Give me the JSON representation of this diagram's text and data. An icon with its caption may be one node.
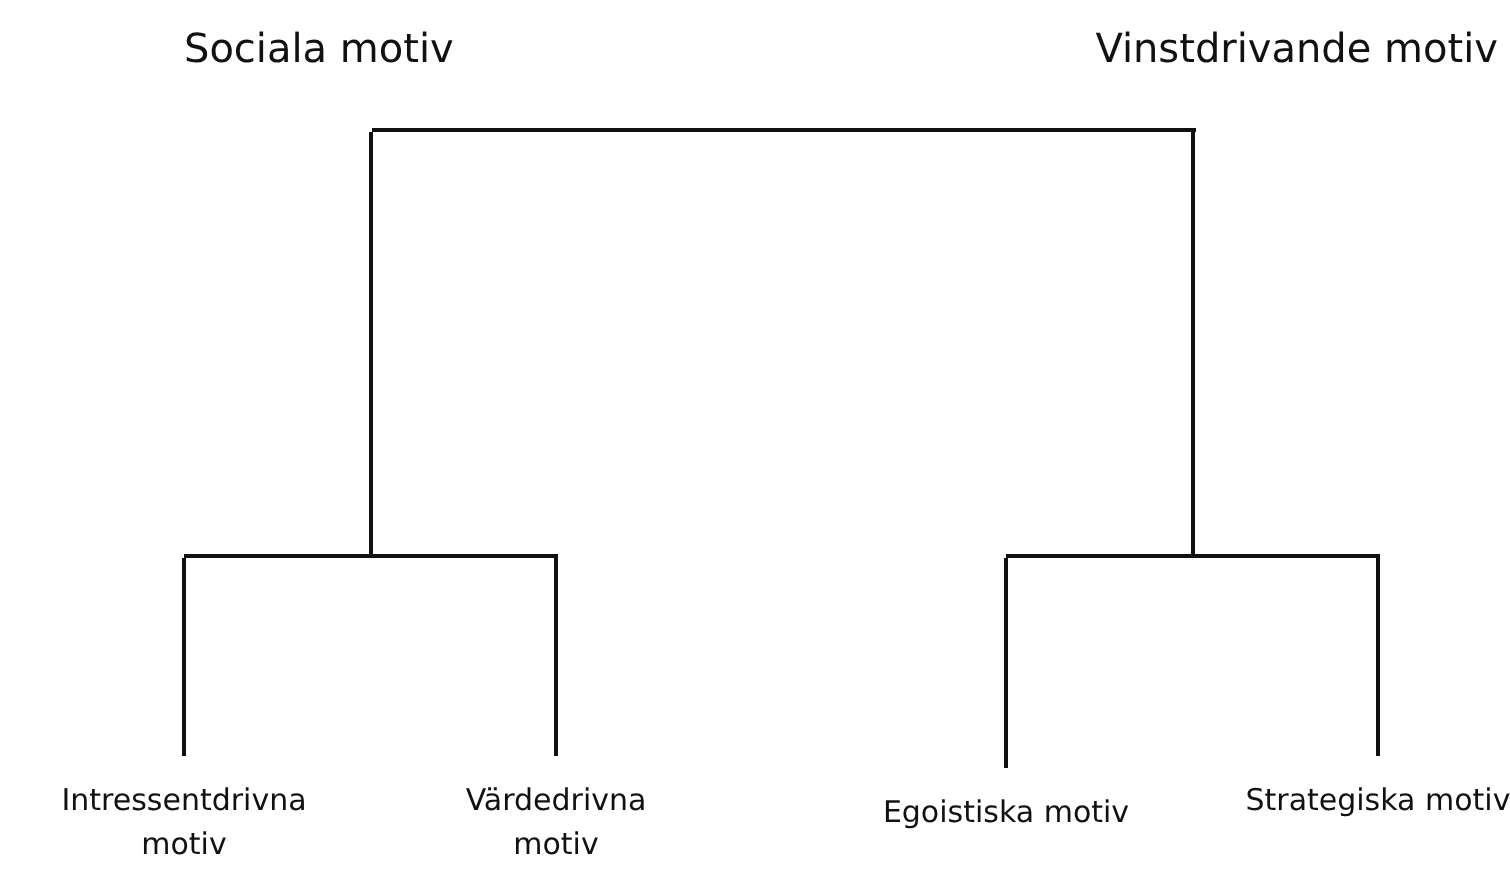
{
  "diagram": {
    "nodes": [
      {
        "text": [],
        "shape": "bar"
      },
      {
        "text": [],
        "shape": "bar"
      },
      {
        "text": [],
        "shape": "bar"
      },
      {
        "text": [
          "Intressentdrivna motiv"
        ]
      },
      {
        "text": [
          "Värdedrivna motiv"
        ]
      },
      {
        "text": [
          "Egoistiska motiv"
        ]
      },
      {
        "text": [
          "Strategiska motiv"
        ]
      }
    ],
    "edges": [
      {
        "from": 0,
        "to": 1,
        "arrow": "none"
      },
      {
        "from": 0,
        "to": 2,
        "arrow": "none"
      },
      {
        "from": 1,
        "to": 3,
        "arrow": "none"
      },
      {
        "from": 1,
        "to": 4,
        "arrow": "none"
      },
      {
        "from": 2,
        "to": 5,
        "arrow": "none"
      },
      {
        "from": 2,
        "to": 6,
        "arrow": "none"
      }
    ],
    "labels": [
      "Sociala motiv",
      "Vinstdrivande motiv"
    ]
  }
}
